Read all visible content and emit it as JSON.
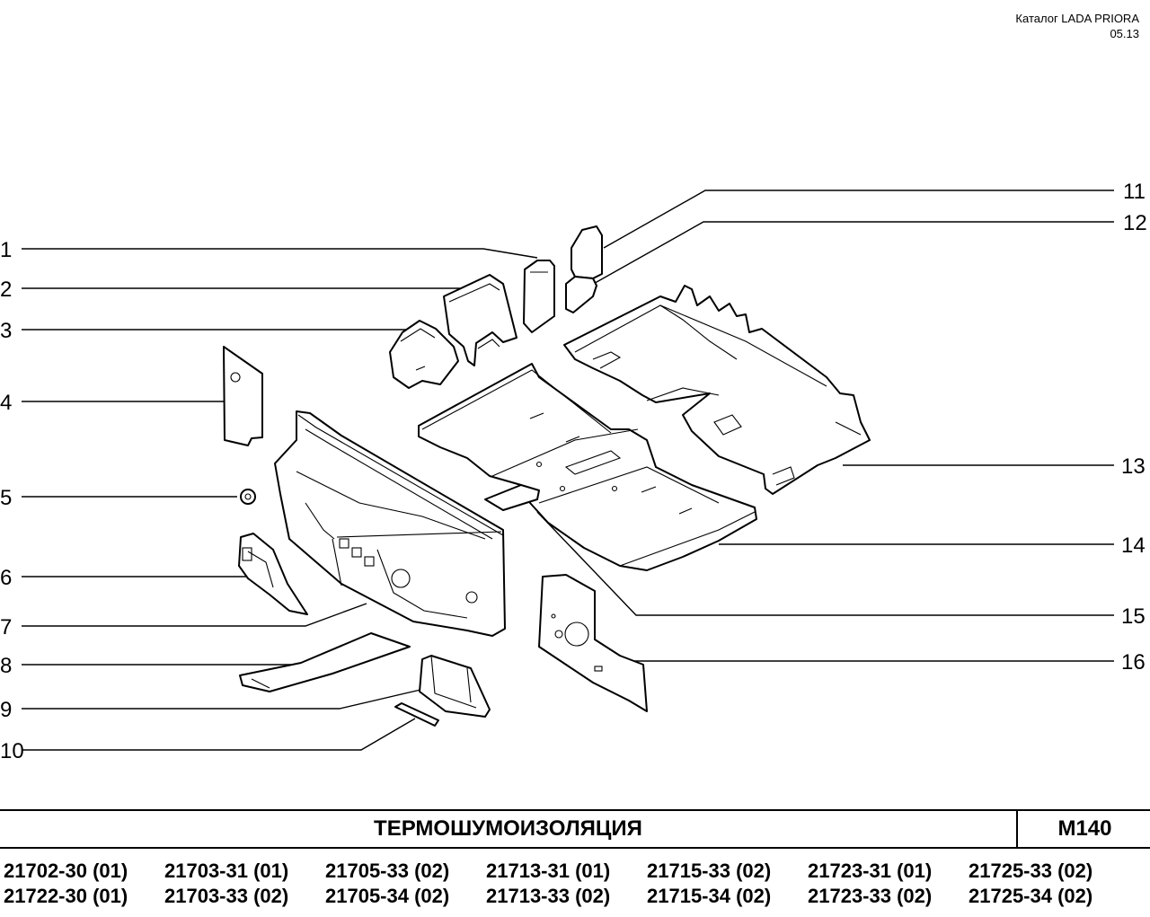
{
  "header": {
    "catalog": "Каталог  LADA  PRIORA",
    "date": "05.13"
  },
  "callouts": {
    "c1": "1",
    "c2": "2",
    "c3": "3",
    "c4": "4",
    "c5": "5",
    "c6": "6",
    "c7": "7",
    "c8": "8",
    "c9": "9",
    "c10": "10",
    "c11": "11",
    "c12": "12",
    "c13": "13",
    "c14": "14",
    "c15": "15",
    "c16": "16"
  },
  "title": "ТЕРМОШУМОИЗОЛЯЦИЯ",
  "section_code": "M140",
  "models": [
    [
      "21702-30 (01)",
      "21722-30 (01)"
    ],
    [
      "21703-31 (01)",
      "21703-33 (02)"
    ],
    [
      "21705-33 (02)",
      "21705-34 (02)"
    ],
    [
      "21713-31 (01)",
      "21713-33 (02)"
    ],
    [
      "21715-33 (02)",
      "21715-34 (02)"
    ],
    [
      "21723-31 (01)",
      "21723-33 (02)"
    ],
    [
      "21725-33 (02)",
      "21725-34 (02)"
    ]
  ]
}
